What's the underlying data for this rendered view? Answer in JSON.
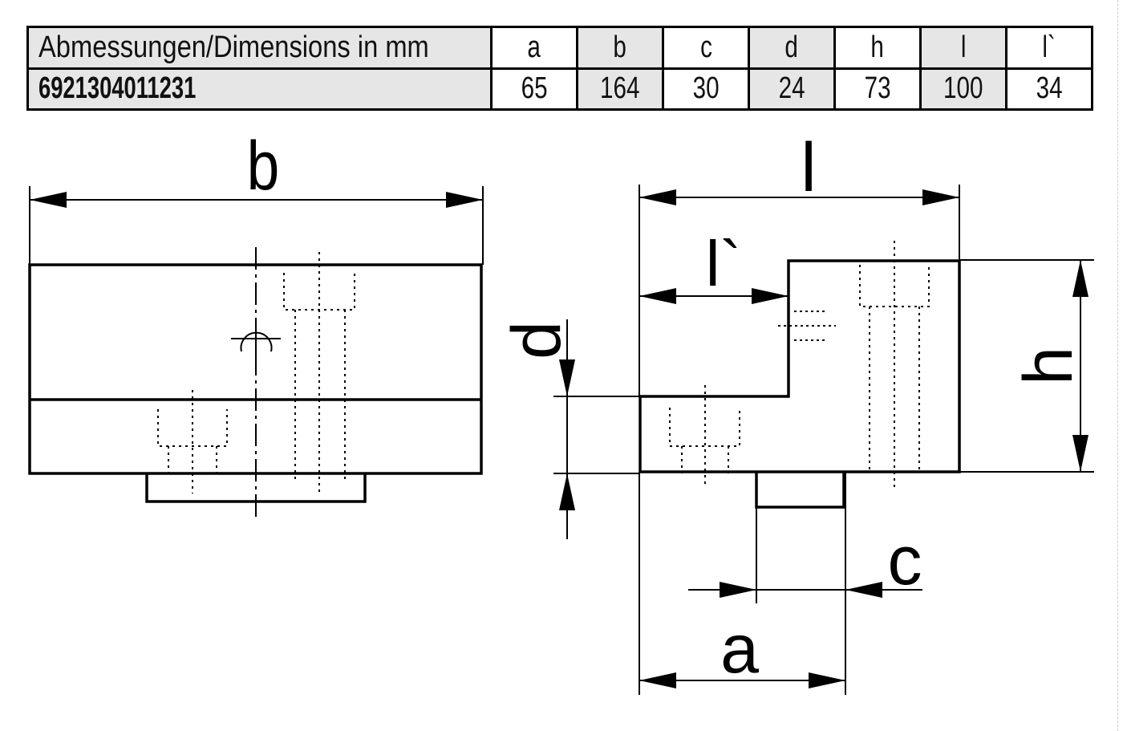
{
  "table": {
    "header_label": "Abmessungen/Dimensions in mm",
    "columns": [
      "a",
      "b",
      "c",
      "d",
      "h",
      "l",
      "l`"
    ],
    "article_number": "6921304011231",
    "values": [
      "65",
      "164",
      "30",
      "24",
      "73",
      "100",
      "34"
    ]
  },
  "drawing": {
    "labels": {
      "b": "b",
      "l": "l",
      "l_prime": "l`",
      "d": "d",
      "h": "h",
      "c": "c",
      "a": "a"
    }
  },
  "colors": {
    "line": "#000000",
    "shade": "#e6e6e6"
  }
}
